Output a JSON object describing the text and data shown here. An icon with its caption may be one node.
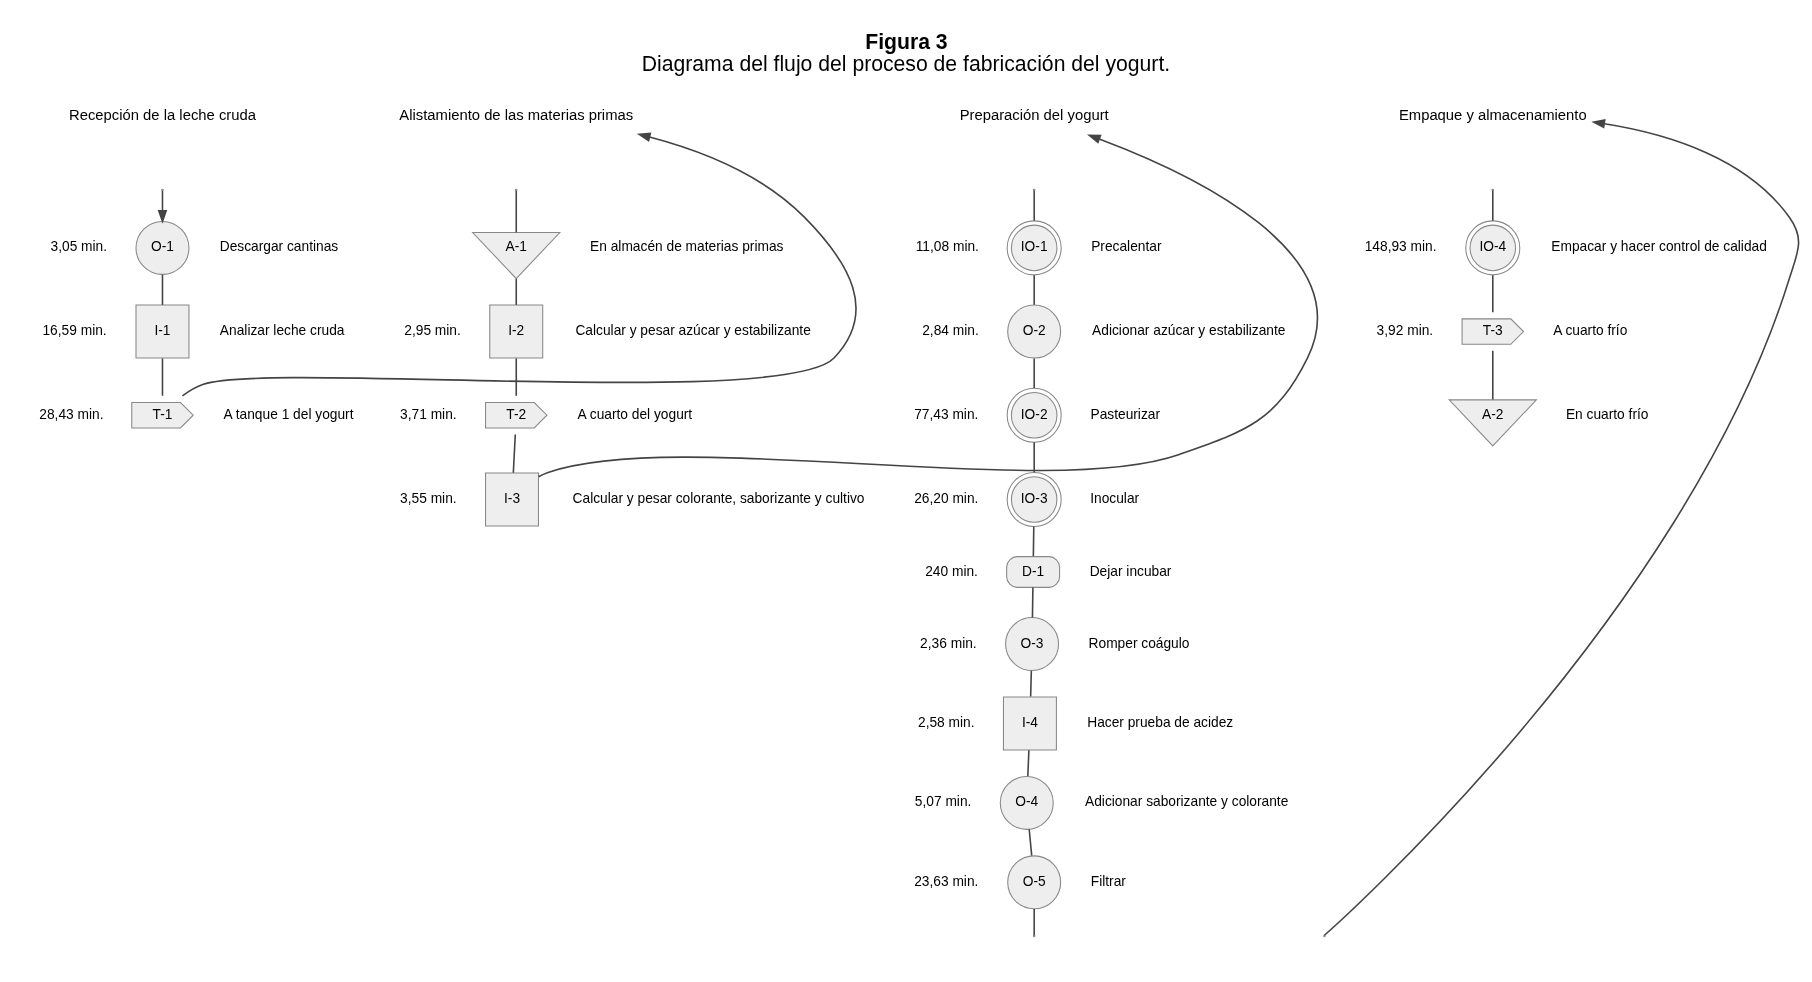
{
  "diagram": {
    "title": "Figura 3",
    "caption": "Diagrama del flujo del proceso de fabricación del yogurt.",
    "nodes": [
      {
        "text": [
          "Alistamiento de las materias primas"
        ]
      },
      {
        "text": [
          "Preparación del yogurt"
        ]
      },
      {
        "text": [
          "Empaque y almacenamiento"
        ]
      },
      {
        "text": [
          "O-1"
        ],
        "beside": [
          "3,05 min.",
          "Descargar cantinas"
        ]
      },
      {
        "text": [
          "I-1"
        ],
        "beside": [
          "16,59 min.",
          "Analizar leche cruda"
        ]
      },
      {
        "text": [
          "T-1"
        ],
        "beside": [
          "28,43 min.",
          "A tanque 1 del yogurt"
        ]
      },
      {
        "text": [
          "A-1"
        ],
        "beside": [
          "En almacén de materias primas"
        ]
      },
      {
        "text": [
          "I-2"
        ],
        "beside": [
          "2,95 min.",
          "Calcular y pesar azúcar y estabilizante"
        ]
      },
      {
        "text": [
          "T-2"
        ],
        "beside": [
          "3,71 min.",
          "A cuarto del yogurt"
        ]
      },
      {
        "text": [
          "I-3"
        ],
        "beside": [
          "3,55 min.",
          "Calcular y pesar colorante, saborizante y cultivo"
        ]
      },
      {
        "text": [
          "IO-1"
        ],
        "beside": [
          "11,08 min.",
          "Precalentar"
        ]
      },
      {
        "text": [
          "O-2"
        ],
        "beside": [
          "2,84 min.",
          "Adicionar azúcar y estabilizante"
        ]
      },
      {
        "text": [
          "IO-2"
        ],
        "beside": [
          "77,43 min.",
          "Pasteurizar"
        ]
      },
      {
        "text": [
          "IO-3"
        ],
        "beside": [
          "26,20 min.",
          "Inocular"
        ]
      },
      {
        "text": [
          "D-1"
        ],
        "beside": [
          "240 min.",
          "Dejar incubar"
        ]
      },
      {
        "text": [
          "O-3"
        ],
        "beside": [
          "2,36 min.",
          "Romper coágulo"
        ]
      },
      {
        "text": [
          "I-4"
        ],
        "beside": [
          "2,58 min.",
          "Hacer prueba de acidez"
        ]
      },
      {
        "text": [
          "O-4"
        ],
        "beside": [
          "5,07 min.",
          "Adicionar saborizante y colorante"
        ]
      },
      {
        "text": [
          "O-5"
        ],
        "beside": [
          "23,63 min.",
          "Filtrar"
        ]
      },
      {
        "text": [
          "IO-4"
        ],
        "beside": [
          "148,93 min.",
          "Empacar y hacer control de calidad"
        ]
      },
      {
        "text": [
          "T-3"
        ],
        "beside": [
          "3,92 min.",
          "A cuarto frío"
        ]
      },
      {
        "text": [
          "A-2"
        ],
        "beside": [
          "En cuarto frío"
        ]
      }
    ],
    "edges": [
      {
        "from": null,
        "to": 3,
        "arrow": "to"
      },
      {
        "from": 3,
        "to": 4,
        "arrow": "none"
      },
      {
        "from": 4,
        "to": 5,
        "arrow": "none"
      },
      {
        "from": 5,
        "to": 0,
        "arrow": "to"
      },
      {
        "from": null,
        "to": 6,
        "arrow": "none"
      },
      {
        "from": 6,
        "to": 7,
        "arrow": "none"
      },
      {
        "from": 7,
        "to": 8,
        "arrow": "none"
      },
      {
        "from": 8,
        "to": 9,
        "arrow": "none"
      },
      {
        "from": 9,
        "to": 1,
        "arrow": "to"
      },
      {
        "from": null,
        "to": 10,
        "arrow": "none"
      },
      {
        "from": 10,
        "to": 11,
        "arrow": "none"
      },
      {
        "from": 11,
        "to": 12,
        "arrow": "none"
      },
      {
        "from": 12,
        "to": 13,
        "arrow": "none"
      },
      {
        "from": 13,
        "to": 14,
        "arrow": "none"
      },
      {
        "from": 14,
        "to": 15,
        "arrow": "none"
      },
      {
        "from": 15,
        "to": 16,
        "arrow": "none"
      },
      {
        "from": 16,
        "to": 17,
        "arrow": "none"
      },
      {
        "from": 17,
        "to": 18,
        "arrow": "none"
      },
      {
        "from": 18,
        "to": null,
        "arrow": "none"
      },
      {
        "from": null,
        "to": 2,
        "arrow": "to"
      },
      {
        "from": null,
        "to": 19,
        "arrow": "none"
      },
      {
        "from": 19,
        "to": 20,
        "arrow": "none"
      },
      {
        "from": 20,
        "to": 21,
        "arrow": "none"
      }
    ],
    "labels": [
      "Recepción de la leche cruda"
    ]
  }
}
